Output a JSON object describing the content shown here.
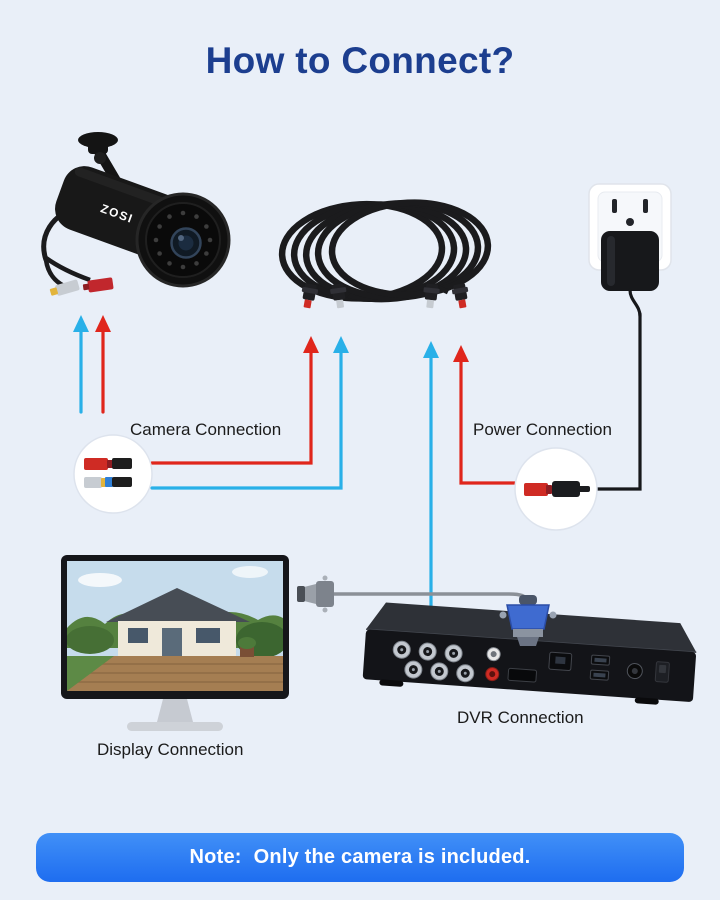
{
  "title": "How to Connect?",
  "camera": {
    "brand": "ZOSI"
  },
  "labels": {
    "camera_connection": "Camera Connection",
    "power_connection": "Power Connection",
    "display_connection": "Display Connection",
    "dvr_connection": "DVR Connection"
  },
  "note": {
    "prefix": "Note:",
    "text": "Only the camera is included."
  },
  "colors": {
    "background": "#e9eff8",
    "title": "#1c3e8f",
    "label_text": "#1b1b1b",
    "arrow_red": "#e0261c",
    "arrow_blue": "#29b0e8",
    "power_cable_black": "#17181b",
    "display_cable_gray": "#8b9097",
    "note_background": "#2e7ff2",
    "note_text": "#ffffff"
  }
}
